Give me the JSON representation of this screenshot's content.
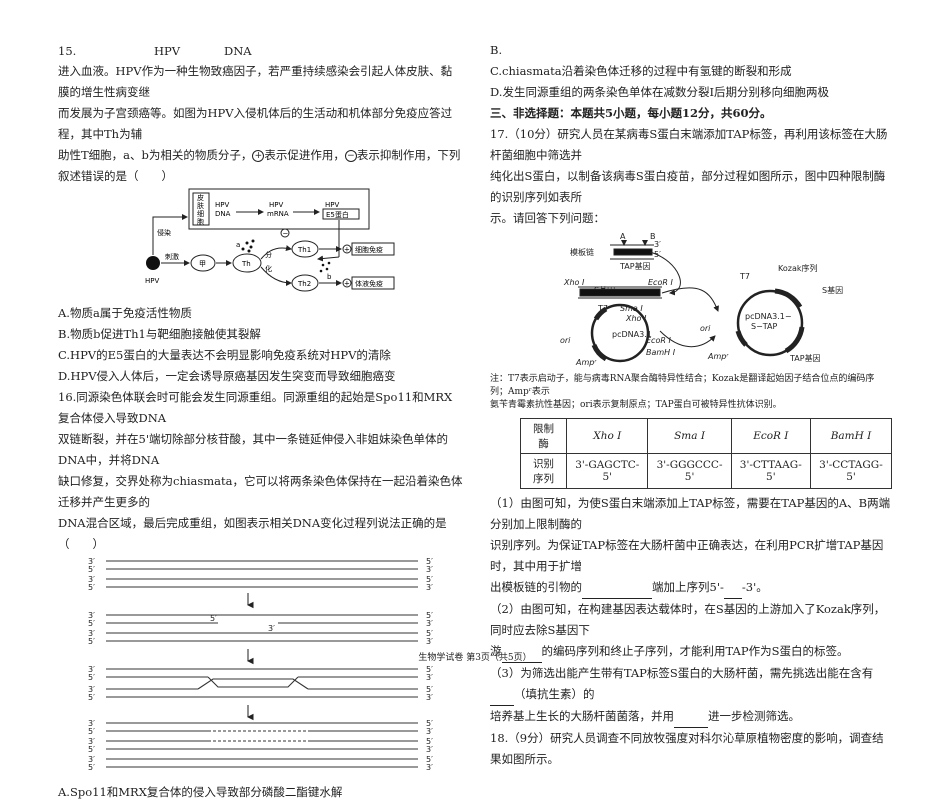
{
  "q15": {
    "head_num": "15.",
    "head_hpv": "HPV",
    "head_dna": "DNA",
    "line1": "进入血液。HPV作为一种生物致癌因子，若严重持续感染会引起人体皮肤、黏膜的增生性病变继",
    "line2": "而发展为子宫颈癌等。如图为HPV入侵机体后的生活动和机体部分免疫应答过程，其中Th为辅",
    "line3a": "助性T细胞，a、b为相关的物质分子，",
    "plus_sym": "+",
    "line3b": "表示促进作用，",
    "minus_sym": "−",
    "line3c": "表示抑制作用，下列叙述错误的是（　　）",
    "options": [
      "A.物质a属于免疫活性物质",
      "B.物质b促进Th1与靶细胞接触使其裂解",
      "C.HPV的E5蛋白的大量表达不会明显影响免疫系统对HPV的清除",
      "D.HPV侵入人体后，一定会诱导原癌基因发生突变而导致细胞癌变"
    ],
    "diagram": {
      "skin_cell": [
        "皮",
        "肤",
        "细",
        "胞"
      ],
      "hpv": "HPV",
      "dna": "DNA",
      "mrna": "mRNA",
      "e5": "E5蛋白",
      "invade": "侵染",
      "stimulate": "刺激",
      "jia": "甲",
      "th": "Th",
      "fen": "分",
      "hua": "化",
      "th1": "Th1",
      "th2": "Th2",
      "a": "a",
      "b": "b",
      "cell_immunity": "细胞免疫",
      "humoral": "体液免疫",
      "plus": "+",
      "minus": "−"
    }
  },
  "q16": {
    "lines": [
      "16.同源染色体联会时可能会发生同源重组。同源重组的起始是Spo11和MRX复合体侵入导致DNA",
      "双链断裂，并在5'端切除部分核苷酸，其中一条链延伸侵入非姐妹染色单体的DNA中，并将DNA",
      "缺口修复，交界处称为chiasmata，它可以将两条染色体保持在一起沿着染色体迁移并产生更多的",
      "DNA混合区域，最后完成重组，如图表示相关DNA变化过程列说法正确的是（　　）"
    ],
    "optA": "A.Spo11和MRX复合体的侵入导致部分磷酸二酯键水解",
    "optB": "B.",
    "optC": "C.chiasmata沿着染色体迁移的过程中有氢键的断裂和形成",
    "optD": "D.发生同源重组的两条染色单体在减数分裂I后期分别移向细胞两极",
    "p3": "3′",
    "p5": "5′"
  },
  "section3": "三、非选择题：本题共5小题，每小题12分，共60分。",
  "q17": {
    "intro": [
      "17.（10分）研究人员在某病毒S蛋白末端添加TAP标签，再利用该标签在大肠杆菌细胞中筛选并",
      "纯化出S蛋白，以制备该病毒S蛋白疫苗，部分过程如图所示，图中四种限制酶的识别序列如表所",
      "示。请回答下列问题："
    ],
    "diagram": {
      "A": "A",
      "B": "B",
      "p3": "3′",
      "p5": "5′",
      "template": "模板链",
      "tap_gene": "TAP基因",
      "xho": "Xho I",
      "eco": "EcoR I",
      "s_gene": "S基因",
      "t7": "T7",
      "sma": "Sma I",
      "pcdna": "pcDNA3.1",
      "pcdna_stap1": "pcDNA3.1−",
      "pcdna_stap2": "S−TAP",
      "ori": "ori",
      "amp": "Ampʳ",
      "bam": "BamH I",
      "kozak": "Kozak序列",
      "t7b": "T7"
    },
    "note1": "注：T7表示启动子，能与病毒RNA聚合酶特异性结合；Kozak是翻译起始因子结合位点的编码序列；Ampʳ表示",
    "note2": "氨苄青霉素抗性基因；ori表示复制原点；TAP蛋白可被特异性抗体识别。",
    "table": {
      "row1_label": "限制酶",
      "row2_label": "识别序列",
      "enzymes": [
        "Xho I",
        "Sma I",
        "EcoR I",
        "BamH I"
      ],
      "sequences": [
        "3'-GAGCTC-5'",
        "3'-GGGCCC-5'",
        "3'-CTTAAG-5'",
        "3'-CCTAGG-5'"
      ]
    },
    "sub1": [
      "（1）由图可知，为使S蛋白末端添加上TAP标签，需要在TAP基因的A、B两端分别加上限制酶的",
      "识别序列。为保证TAP标签在大肠杆菌中正确表达，在利用PCR扩增TAP基因时，其中用于扩增"
    ],
    "sub1_last_a": "出模板链的引物的",
    "sub1_last_b": "端加上序列5'-",
    "sub1_last_c": "-3'。",
    "sub2_a": "（2）由图可知，在构建基因表达载体时，在S基因的上游加入了Kozak序列，同时应去除S基因下",
    "sub2_b1": "游",
    "sub2_b2": "的编码序列和终止子序列，才能利用TAP作为S蛋白的标签。",
    "sub3_a1": "（3）为筛选出能产生带有TAP标签S蛋白的大肠杆菌，需先挑选出能在含有",
    "sub3_a2": "（填抗生素）的",
    "sub3_b1": "培养基上生长的大肠杆菌菌落，并用",
    "sub3_b2": "进一步检测筛选。"
  },
  "q18": "18.（9分）研究人员调查不同放牧强度对科尔沁草原植物密度的影响，调查结果如图所示。",
  "footer": "生物学试卷 第3页（共5页）"
}
